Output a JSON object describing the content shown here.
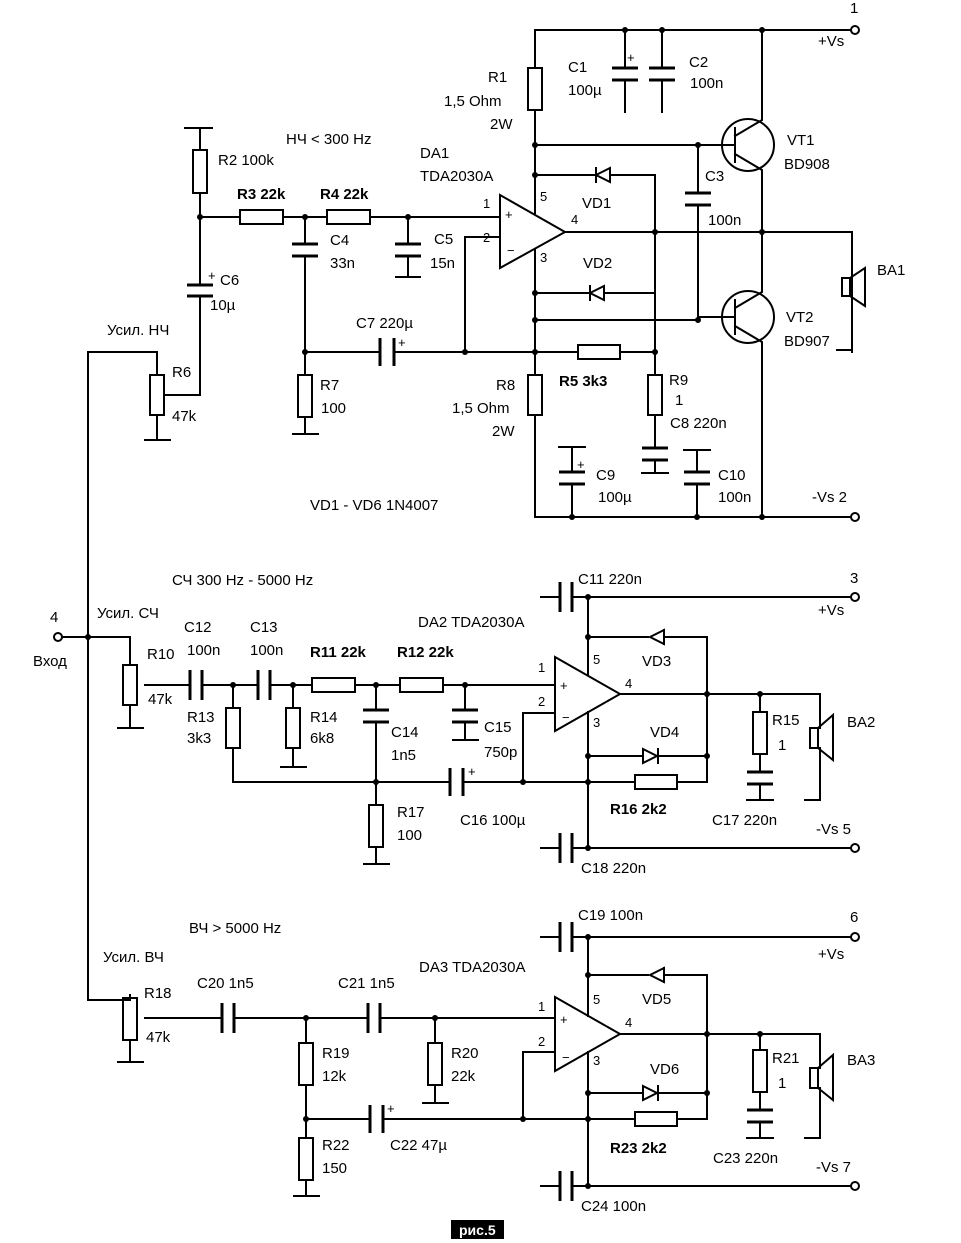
{
  "labels": {
    "r1": "R1",
    "r1v": "1,5  Ohm",
    "r1w": "2W",
    "c1": "C1",
    "c1v": "100µ",
    "c2": "C2",
    "c2v": "100n",
    "vs1": "+Vs",
    "t1": "1",
    "vt1": "VT1",
    "vt1v": "BD908",
    "lf": "НЧ  < 300 Hz",
    "r2": "R2  100k",
    "da1": "DA1",
    "da1v": "TDA2030A",
    "r3": "R3 22k",
    "r4": "R4  22k",
    "vd1": "VD1",
    "c3": "C3",
    "c3v": "100n",
    "c4": "C4",
    "c4v": "33n",
    "c5": "C5",
    "c5v": "15n",
    "vd2": "VD2",
    "ba1": "BA1",
    "c6": "C6",
    "c6v": "10µ",
    "vt2": "VT2",
    "vt2v": "BD907",
    "usnch": "Усил. НЧ",
    "c7": "C7  220µ",
    "r6": "R6",
    "r6v": "47k",
    "r5": "R5  3k3",
    "r9": "R9",
    "r9v": "1",
    "c8": "C8  220n",
    "r7": "R7",
    "r7v": "100",
    "r8": "R8",
    "r8v": "1,5  Ohm",
    "r8w": "2W",
    "c9": "C9",
    "c9v": "100µ",
    "c10": "C10",
    "c10v": "100n",
    "vsm2": "-Vs  2",
    "vdnote": "VD1 - VD6  1N4007",
    "mf": "СЧ   300 Hz - 5000 Hz",
    "c11": "C11  220n",
    "t3": "3",
    "vs3": "+Vs",
    "t4": "4",
    "vhod": "Вход",
    "ussch": "Усил. СЧ",
    "c12": "C12",
    "c12v": "100n",
    "c13": "C13",
    "c13v": "100n",
    "r11": "R11  22k",
    "r12": "R12  22k",
    "da2": "DA2  TDA2030A",
    "vd3": "VD3",
    "r10": "R10",
    "r10v": "47k",
    "r13": "R13",
    "r13v": "3k3",
    "r14": "R14",
    "r14v": "6k8",
    "c14": "C14",
    "c14v": "1n5",
    "c15": "C15",
    "c15v": "750p",
    "vd4": "VD4",
    "r15": "R15",
    "r15v": "1",
    "ba2": "BA2",
    "r16": "R16  2k2",
    "r17": "R17",
    "r17v": "100",
    "c16": "C16  100µ",
    "c17": "C17   220n",
    "vsm5": "-Vs  5",
    "c18": "C18  220n",
    "hf": "ВЧ > 5000 Hz",
    "c19": "C19  100n",
    "t6": "6",
    "vs6": "+Vs",
    "usvch": "Усил. ВЧ",
    "c20": "C20     1n5",
    "c21": "C21   1n5",
    "da3": "DA3  TDA2030A",
    "vd5": "VD5",
    "r18": "R18",
    "r18v": "47k",
    "r19": "R19",
    "r19v": "12k",
    "r20": "R20",
    "r20v": "22k",
    "r21": "R21",
    "r21v": "1",
    "ba3": "BA3",
    "vd6": "VD6",
    "c22": "C22   47µ",
    "r23": "R23  2k2",
    "r22": "R22",
    "r22v": "150",
    "c23": "C23    220n",
    "vsm7": "-Vs  7",
    "c24": "C24  100n",
    "fig": "рис.5",
    "p1": "1",
    "p2": "2",
    "p4": "4",
    "p5": "5",
    "p3": "3"
  }
}
